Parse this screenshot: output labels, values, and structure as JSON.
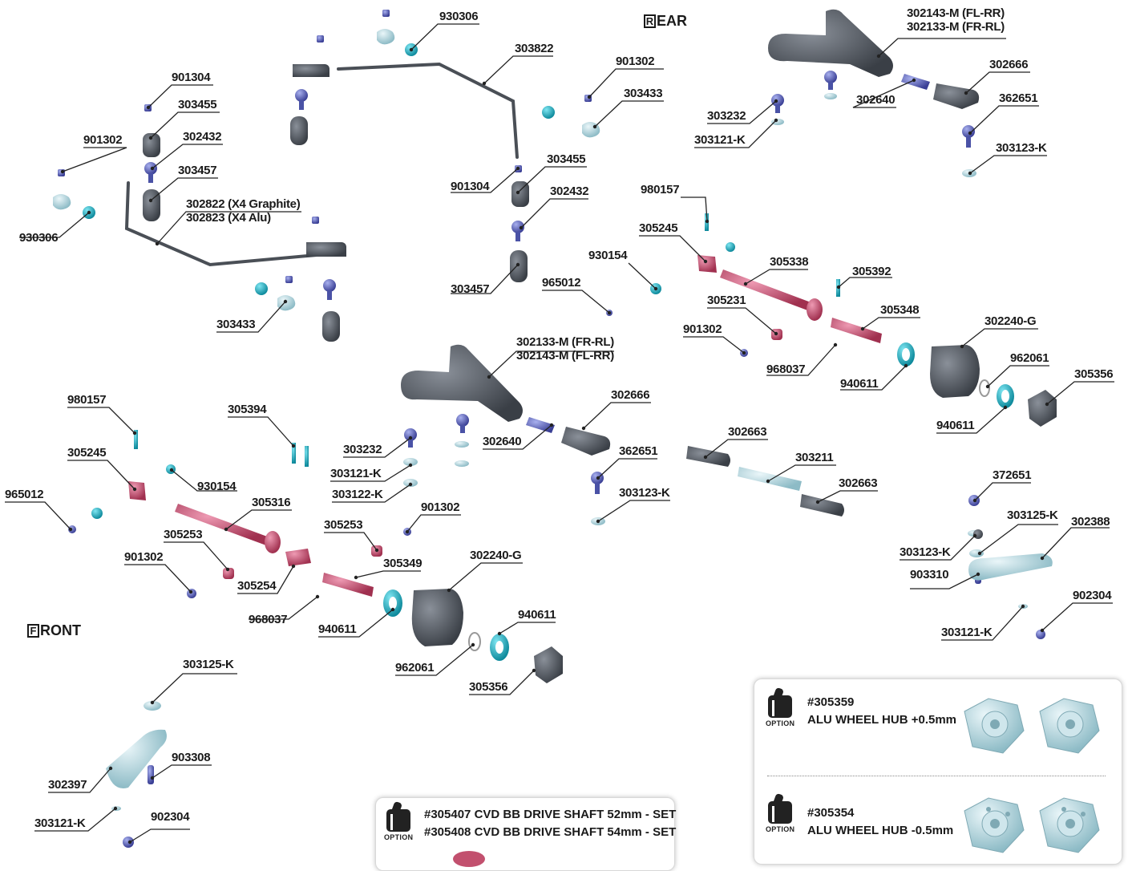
{
  "headings": {
    "rear": {
      "cap": "R",
      "rest": "EAR"
    },
    "front": {
      "cap": "F",
      "rest": "RONT"
    }
  },
  "labels": {
    "l930306_top": "930306",
    "l303822": "303822",
    "l302143_top": [
      "302143-M (FL-RR)",
      "302133-M (FR-RL)"
    ],
    "l901302_topmid": "901302",
    "l303433_topright": "303433",
    "l302666_top": "302666",
    "l302640_top": "302640",
    "l362651_top": "362651",
    "l303232_top": "303232",
    "l303121k_top": "303121-K",
    "l303123k_top": "303123-K",
    "l901304_left": "901304",
    "l303455_left": "303455",
    "l901302_left": "901302",
    "l302432_left": "302432",
    "l303457_left": "303457",
    "l302822": [
      "302822 (X4 Graphite)",
      "302823 (X4 Alu)"
    ],
    "l930306_left": "930306",
    "l303433_left": "303433",
    "l303455_mid": "303455",
    "l901304_mid": "901304",
    "l302432_mid": "302432",
    "l303457_mid": "303457",
    "l980157_right": "980157",
    "l305245_right": "305245",
    "l930154_right": "930154",
    "l305338": "305338",
    "l305392": "305392",
    "l965012_mid": "965012",
    "l305231": "305231",
    "l305348": "305348",
    "l901302_right": "901302",
    "l302240g_right": "302240-G",
    "l968037_right": "968037",
    "l962061_right": "962061",
    "l940611_right_a": "940611",
    "l305356_right": "305356",
    "l940611_right_b": "940611",
    "l302133_mid": [
      "302133-M (FR-RL)",
      "302143-M (FL-RR)"
    ],
    "l302666_mid": "302666",
    "l980157_left": "980157",
    "l305394": "305394",
    "l302663_a": "302663",
    "l303232_mid": "303232",
    "l302640_mid": "302640",
    "l303211": "303211",
    "l305245_left": "305245",
    "l303121k_mid": "303121-K",
    "l362651_mid": "362651",
    "l302663_b": "302663",
    "l303122k": "303122-K",
    "l930154_left": "930154",
    "l303123k_mid": "303123-K",
    "l372651": "372651",
    "l965012_left": "965012",
    "l305316": "305316",
    "l901302_mid": "901302",
    "l303125k_right": "303125-K",
    "l302388": "302388",
    "l305253_a": "305253",
    "l305253_b": "305253",
    "l302240g_left": "302240-G",
    "l303123k_right": "303123-K",
    "l901302_low": "901302",
    "l305349": "305349",
    "l903310": "903310",
    "l305254": "305254",
    "l902304_right": "902304",
    "l968037_left": "968037",
    "l940611_left_a": "940611",
    "l303121k_right": "303121-K",
    "l940611_left_b": "940611",
    "l962061_left": "962061",
    "l305356_left": "305356",
    "l303125k_left": "303125-K",
    "l903308": "903308",
    "l302397": "302397",
    "l303121k_left": "303121-K",
    "l902304_left": "902304"
  },
  "options": {
    "word": "OPTION",
    "drive_shaft": [
      "#305407 CVD BB DRIVE SHAFT 52mm - SET",
      "#305408 CVD BB DRIVE SHAFT 54mm - SET"
    ],
    "hub_plus": [
      "#305359",
      "ALU WHEEL HUB +0.5mm"
    ],
    "hub_minus": [
      "#305354",
      "ALU WHEEL HUB -0.5mm"
    ]
  },
  "colors": {
    "part_dark": "#555b63",
    "part_blue": "#5a63b8",
    "part_red": "#c2506e",
    "part_teal": "#25b3c6",
    "part_alu": "#b9dbe3",
    "leader": "#222222"
  }
}
